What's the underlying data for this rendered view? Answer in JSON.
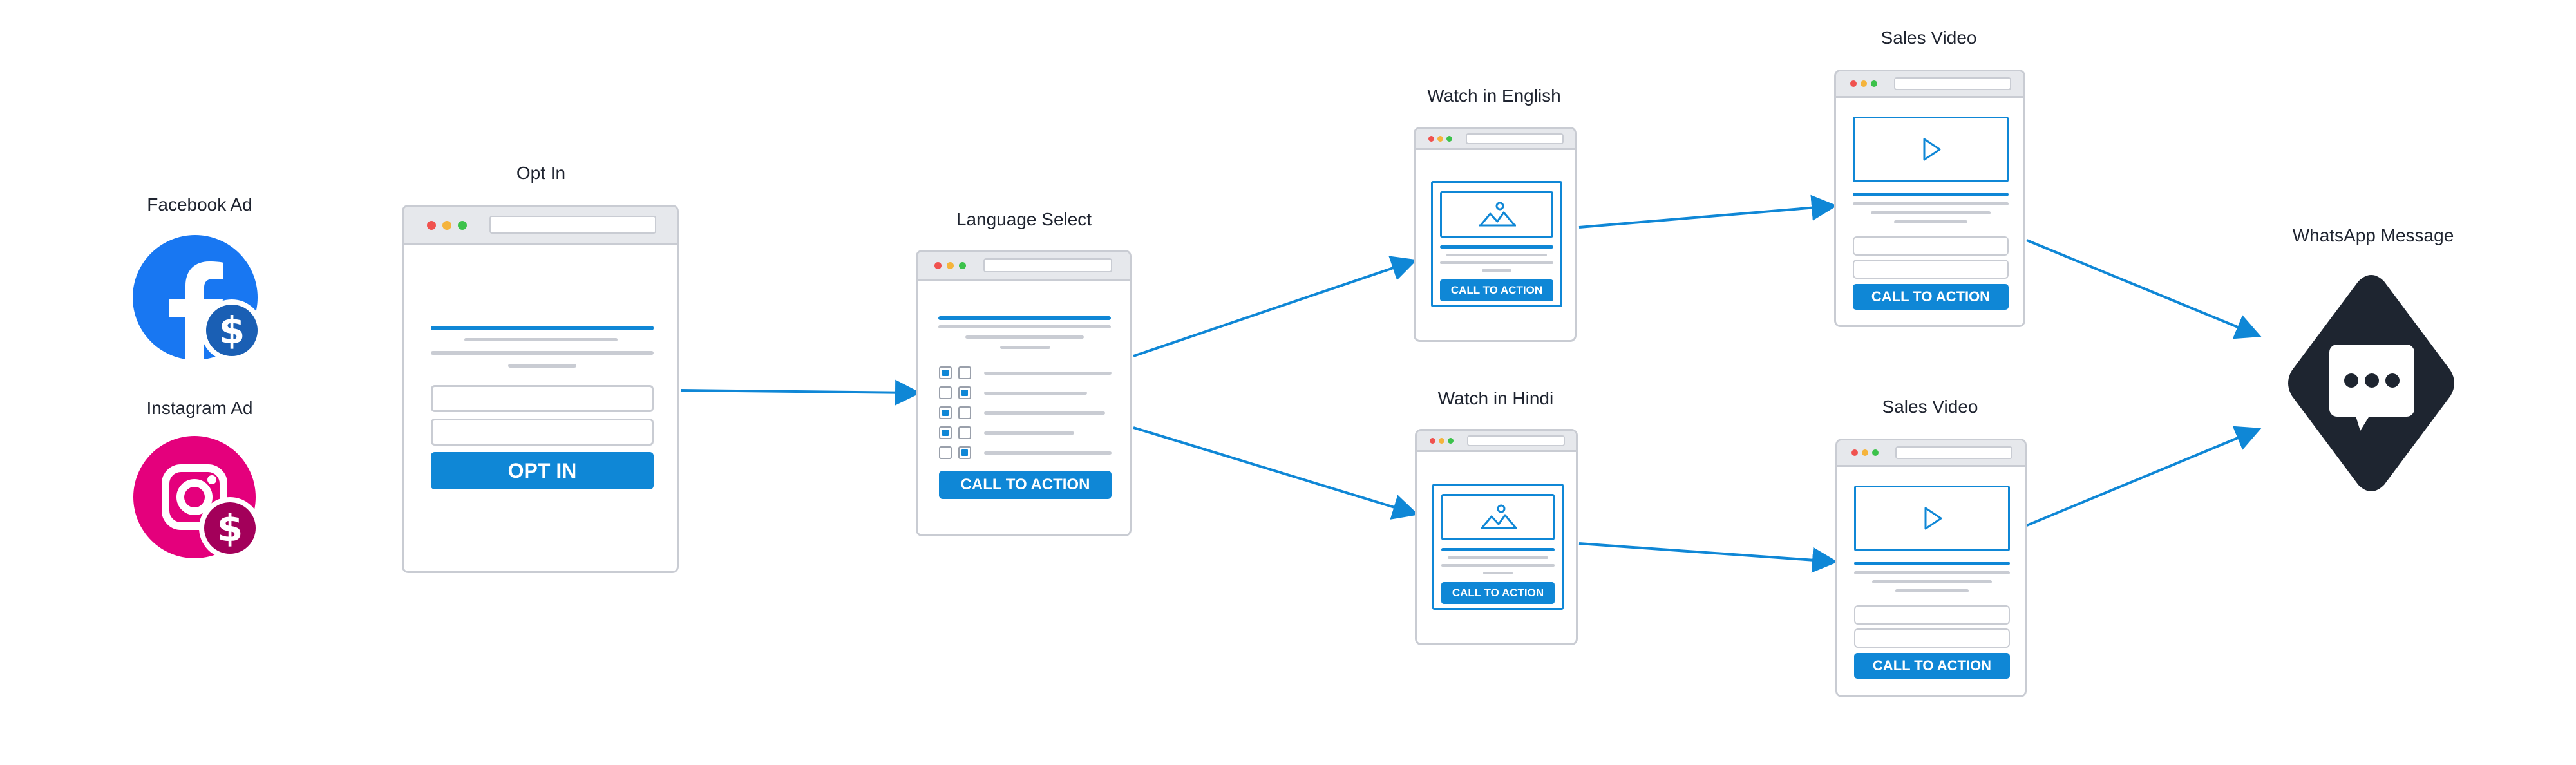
{
  "nodes": {
    "facebook_ad": {
      "label": "Facebook Ad"
    },
    "instagram_ad": {
      "label": "Instagram Ad"
    },
    "opt_in": {
      "label": "Opt In",
      "button": "OPT IN"
    },
    "language_select": {
      "label": "Language Select",
      "button": "CALL TO ACTION"
    },
    "watch_english": {
      "label": "Watch in English",
      "button": "CALL TO ACTION"
    },
    "watch_hindi": {
      "label": "Watch in Hindi",
      "button": "CALL TO ACTION"
    },
    "sales_video_top": {
      "label": "Sales Video",
      "button": "CALL TO ACTION"
    },
    "sales_video_bottom": {
      "label": "Sales Video",
      "button": "CALL TO ACTION"
    },
    "whatsapp": {
      "label": "WhatsApp Message"
    }
  },
  "colors": {
    "accent": "#0f87d6",
    "facebook": "#1877f2",
    "instagram": "#e4007c",
    "dollar_fb": "#1a5fb4",
    "dollar_ig": "#a3005a",
    "whatsapp_bg": "#1e2530",
    "border": "#c9ccd3"
  }
}
